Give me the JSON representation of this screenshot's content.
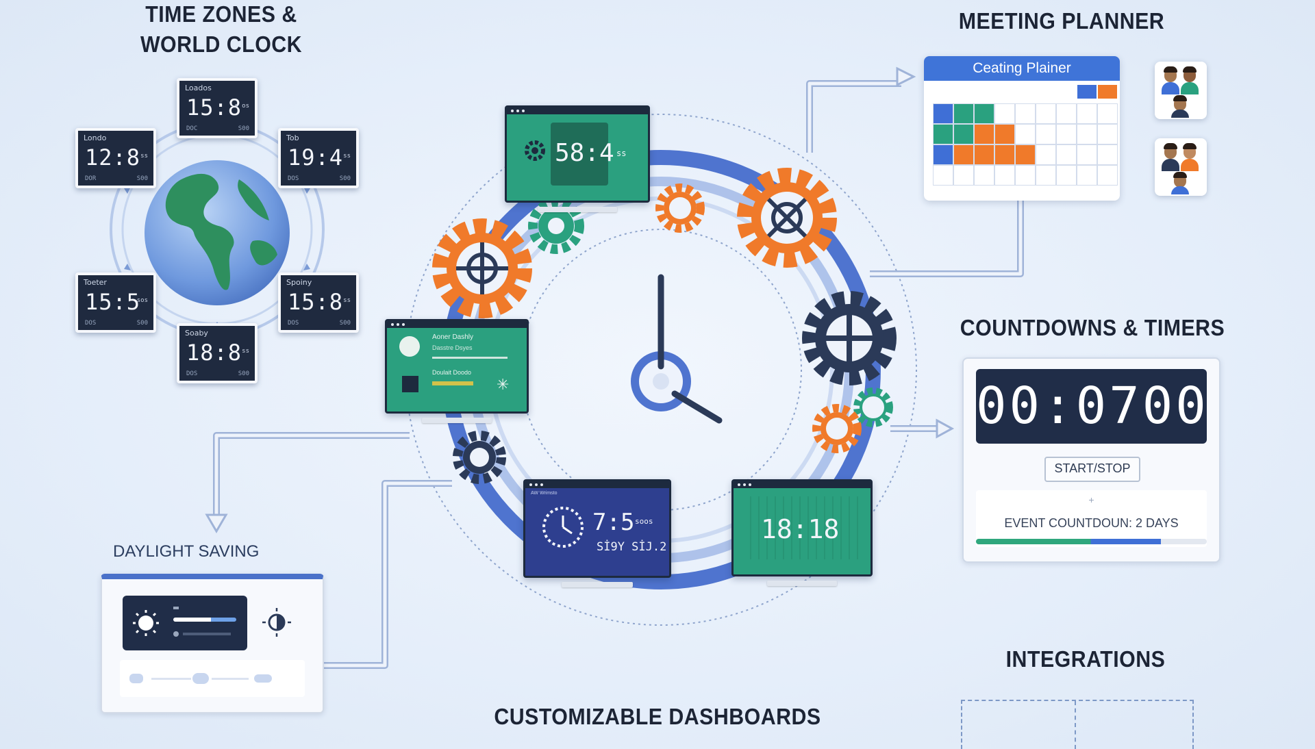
{
  "sections": {
    "time_zones": "TIME ZONES &",
    "world_clock": "WORLD CLOCK",
    "meeting_planner": "MEETING PLANNER",
    "countdowns": "COUNTDOWNS & TIMERS",
    "daylight_saving": "DAYLIGHT SAVING",
    "integrations": "INTEGRATIONS",
    "dashboards": "CUSTOMIZABLE DASHBOARDS"
  },
  "world_clocks": [
    {
      "city": "Loados",
      "time": "15:8",
      "suffix": "s os",
      "left": "DOC",
      "right": "S00"
    },
    {
      "city": "Londo",
      "time": "12:8",
      "suffix": "ss",
      "left": "DOR",
      "right": "S00"
    },
    {
      "city": "Tob",
      "time": "19:4",
      "suffix": "ss",
      "left": "DOS",
      "right": "S00"
    },
    {
      "city": "Toeter",
      "time": "15:5",
      "suffix": "sos",
      "left": "DOS",
      "right": "S00"
    },
    {
      "city": "Spoiny",
      "time": "15:8",
      "suffix": "ss",
      "left": "DOS",
      "right": "S00"
    },
    {
      "city": "Soaby",
      "time": "18:8",
      "suffix": "ss",
      "left": "DOS",
      "right": "S00"
    }
  ],
  "monitors": {
    "top_time": "58:4",
    "top_suffix": "ss",
    "left_line1": "Aoner Dashly",
    "left_line2": "Dasstre Dsyes",
    "left_line3": "Doulait Doodo",
    "bottom_left_header": "AW Wrimsto",
    "bottom_left_time": "7:5",
    "bottom_left_suffix": "soos",
    "bottom_left_sub": "Sİ9Y SİJ.2",
    "bottom_right_time": "18:18"
  },
  "meeting_planner": {
    "header": "Ceating Plainer"
  },
  "countdown": {
    "display": "00:0700",
    "button": "START/STOP",
    "plus": "+",
    "event": "EVENT COUNTDOUN: 2 DAYS",
    "progress": 0.8
  },
  "colors": {
    "accent_blue": "#3f6fd6",
    "accent_orange": "#f07a2a",
    "accent_teal": "#2aa17f",
    "navy": "#202d48"
  }
}
